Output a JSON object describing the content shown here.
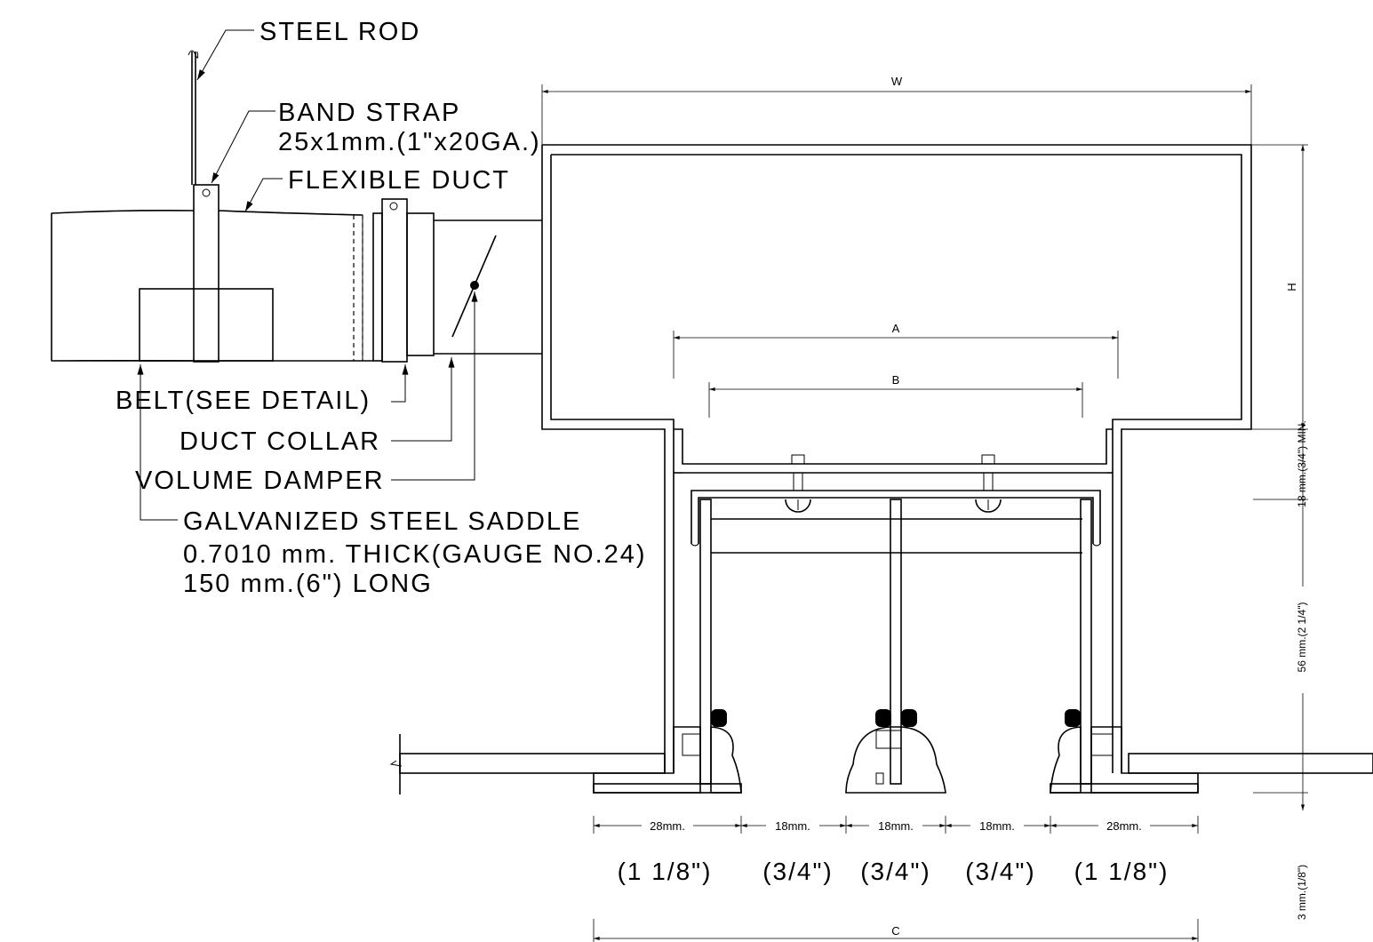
{
  "labels": {
    "steel_rod": "STEEL ROD",
    "band_strap": "BAND STRAP",
    "band_strap_size": "25x1mm.(1\"x20GA.)",
    "flexible_duct": "FLEXIBLE DUCT",
    "belt": "BELT(SEE DETAIL)",
    "duct_collar": "DUCT COLLAR",
    "volume_damper": "VOLUME DAMPER",
    "saddle_line1": "GALVANIZED STEEL SADDLE",
    "saddle_line2": "0.7010 mm. THICK(GAUGE NO.24)",
    "saddle_line3": "150 mm.(6\") LONG"
  },
  "dimensions": {
    "w": "W",
    "h": "H",
    "a": "A",
    "b": "B",
    "c": "C",
    "gap_18_min": "18 mm.(3/4\") MIN.",
    "height_56": "56 mm.(2 1/4\")",
    "flange_3": "3 mm.(1/8\")",
    "slots": [
      "28mm.",
      "18mm.",
      "18mm.",
      "18mm.",
      "28mm."
    ],
    "slot_inches": [
      "(1 1/8\")",
      "(3/4\")",
      "(3/4\")",
      "(3/4\")",
      "(1 1/8\")"
    ]
  }
}
